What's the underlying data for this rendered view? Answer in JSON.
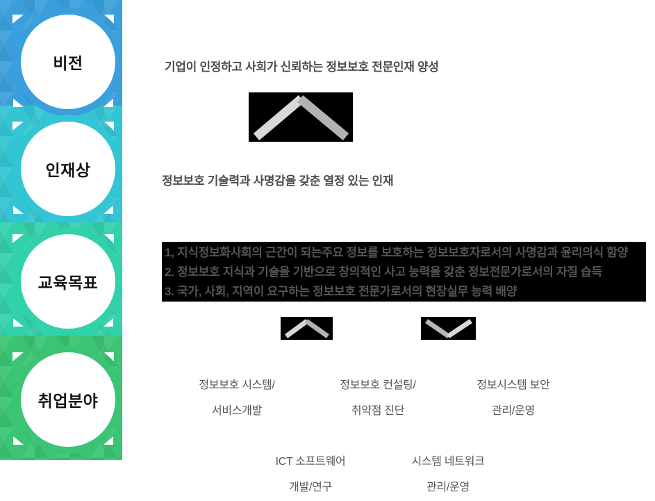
{
  "page": {
    "background": "#ffffff"
  },
  "sidebar": {
    "sections": [
      {
        "label": "비전",
        "color": "#3a9fdc"
      },
      {
        "label": "인재상",
        "color": "#33c5d3"
      },
      {
        "label": "교육목표",
        "color": "#31d1aa"
      },
      {
        "label": "취업분야",
        "color": "#3ac473"
      }
    ]
  },
  "content": {
    "vision_text": "기업이 인정하고 사회가 신뢰하는 정보보호 전문인재 양성",
    "talent_text": "정보보호 기술력과 사명감을 갖춘 열정 있는 인재",
    "goals": [
      "1, 지식정보화사회의 근간이 되는주요 정보를 보호하는 정보보호자로서의 사명감과 윤리의식 함양",
      "2. 정보보호 지식과 기술을 기반으로 창의적인 사고 능력을 갖춘 정보전문가로서의 자질 습득",
      "3. 국가, 사회, 지역이 요구하는 정보보호 전문가로서의 현장실무 능력 배양"
    ],
    "jobs_row1": [
      {
        "line1": "정보보호 시스템/",
        "line2": "서비스개발"
      },
      {
        "line1": "정보보호 컨설팅/",
        "line2": "취약점 진단"
      },
      {
        "line1": "정보시스템 보안",
        "line2": "관리/운영"
      }
    ],
    "jobs_row2": [
      {
        "line1": "ICT 소프트웨어",
        "line2": "개발/연구"
      },
      {
        "line1": "시스템 네트워크",
        "line2": "관리/운영"
      }
    ]
  },
  "icons": {
    "chevron_big_up": "chevron-up",
    "chevron_small_up": "chevron-up",
    "chevron_small_down": "chevron-down",
    "chevron_light": "#d8d8d8",
    "chevron_dark": "#b2b2b2",
    "icon_background": "#000000"
  },
  "text_colors": {
    "headline": "#4d4d4d",
    "goals": "#555555",
    "jobs": "#555555",
    "circle_label": "#151515"
  }
}
